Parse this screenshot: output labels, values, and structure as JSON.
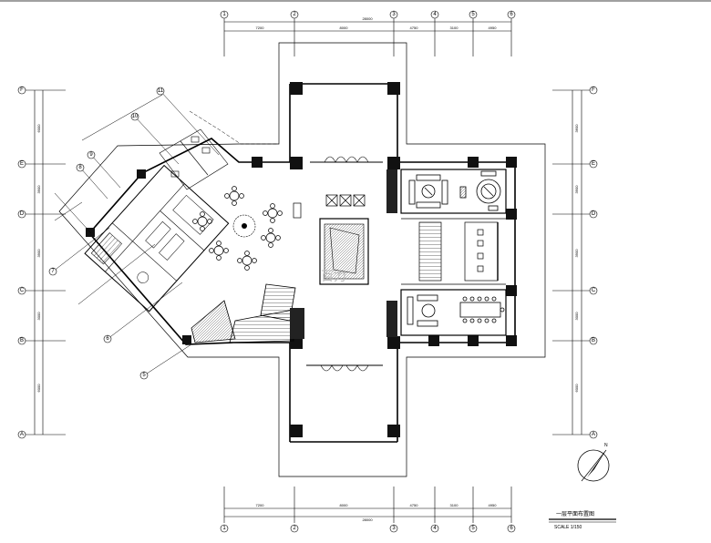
{
  "drawing": {
    "title": "一层平面布置图",
    "scale": "SCALE 1/150",
    "north_label": "N",
    "watermark": "百力"
  },
  "grid_axes": {
    "top": [
      "1",
      "2",
      "3",
      "4",
      "5",
      "6"
    ],
    "bottom": [
      "1",
      "2",
      "3",
      "4",
      "5",
      "6"
    ],
    "left": [
      "F",
      "E",
      "D",
      "C",
      "B",
      "A"
    ],
    "right": [
      "F",
      "E",
      "D",
      "C",
      "B",
      "A"
    ],
    "diagonal": [
      "11",
      "10",
      "9",
      "8",
      "7",
      "6",
      "5"
    ]
  },
  "dimensions": {
    "top_total": "28000",
    "top_segments": [
      "7200",
      "8000",
      "4750",
      "3100",
      "4950"
    ],
    "bottom_total": "28000",
    "bottom_segments": [
      "7200",
      "8000",
      "4750",
      "3100",
      "4950"
    ],
    "left_segments": [
      "6000",
      "3900",
      "3900",
      "3000",
      "6000"
    ],
    "right_segments": [
      "3600",
      "3900",
      "3900",
      "3000",
      "6000"
    ]
  },
  "colors": {
    "line": "#000000",
    "fill_dark": "#111111",
    "hatch": "#555555",
    "watermark": "#bbbbbb"
  }
}
